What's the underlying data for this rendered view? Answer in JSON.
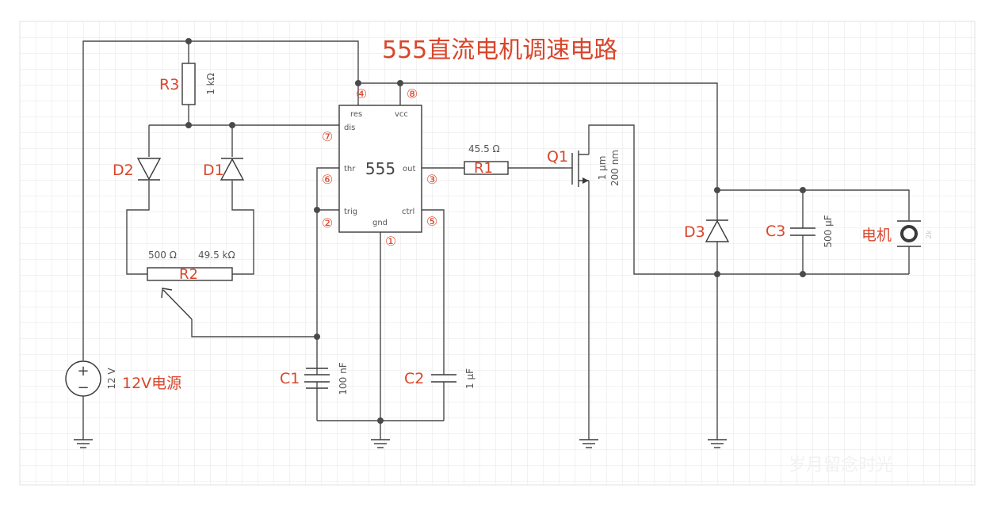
{
  "title": "555直流电机调速电路",
  "ic": {
    "name": "555",
    "pins": {
      "res": "res",
      "vcc": "vcc",
      "dis": "dis",
      "thr": "thr",
      "trig": "trig",
      "out": "out",
      "ctrl": "ctrl",
      "gnd": "gnd"
    },
    "pin_numbers": [
      "④",
      "⑧",
      "⑦",
      "⑥",
      "②",
      "①",
      "③",
      "⑤"
    ]
  },
  "components": {
    "R3": {
      "name": "R3",
      "value": "1 kΩ"
    },
    "R2": {
      "name": "R2",
      "value_left": "500 Ω",
      "value_right": "49.5 kΩ"
    },
    "R1": {
      "name": "R1",
      "value": "45.5 Ω"
    },
    "D1": {
      "name": "D1"
    },
    "D2": {
      "name": "D2"
    },
    "D3": {
      "name": "D3"
    },
    "C1": {
      "name": "C1",
      "value": "100 nF"
    },
    "C2": {
      "name": "C2",
      "value": "1 μF"
    },
    "C3": {
      "name": "C3",
      "value": "500 μF"
    },
    "Q1": {
      "name": "Q1",
      "width": "1 μm",
      "length": "200 nm"
    },
    "source": {
      "voltage": "12 V",
      "name": "12V电源"
    },
    "motor": {
      "name": "电机",
      "tag": "2k"
    }
  },
  "watermark": "岁月留念时光"
}
